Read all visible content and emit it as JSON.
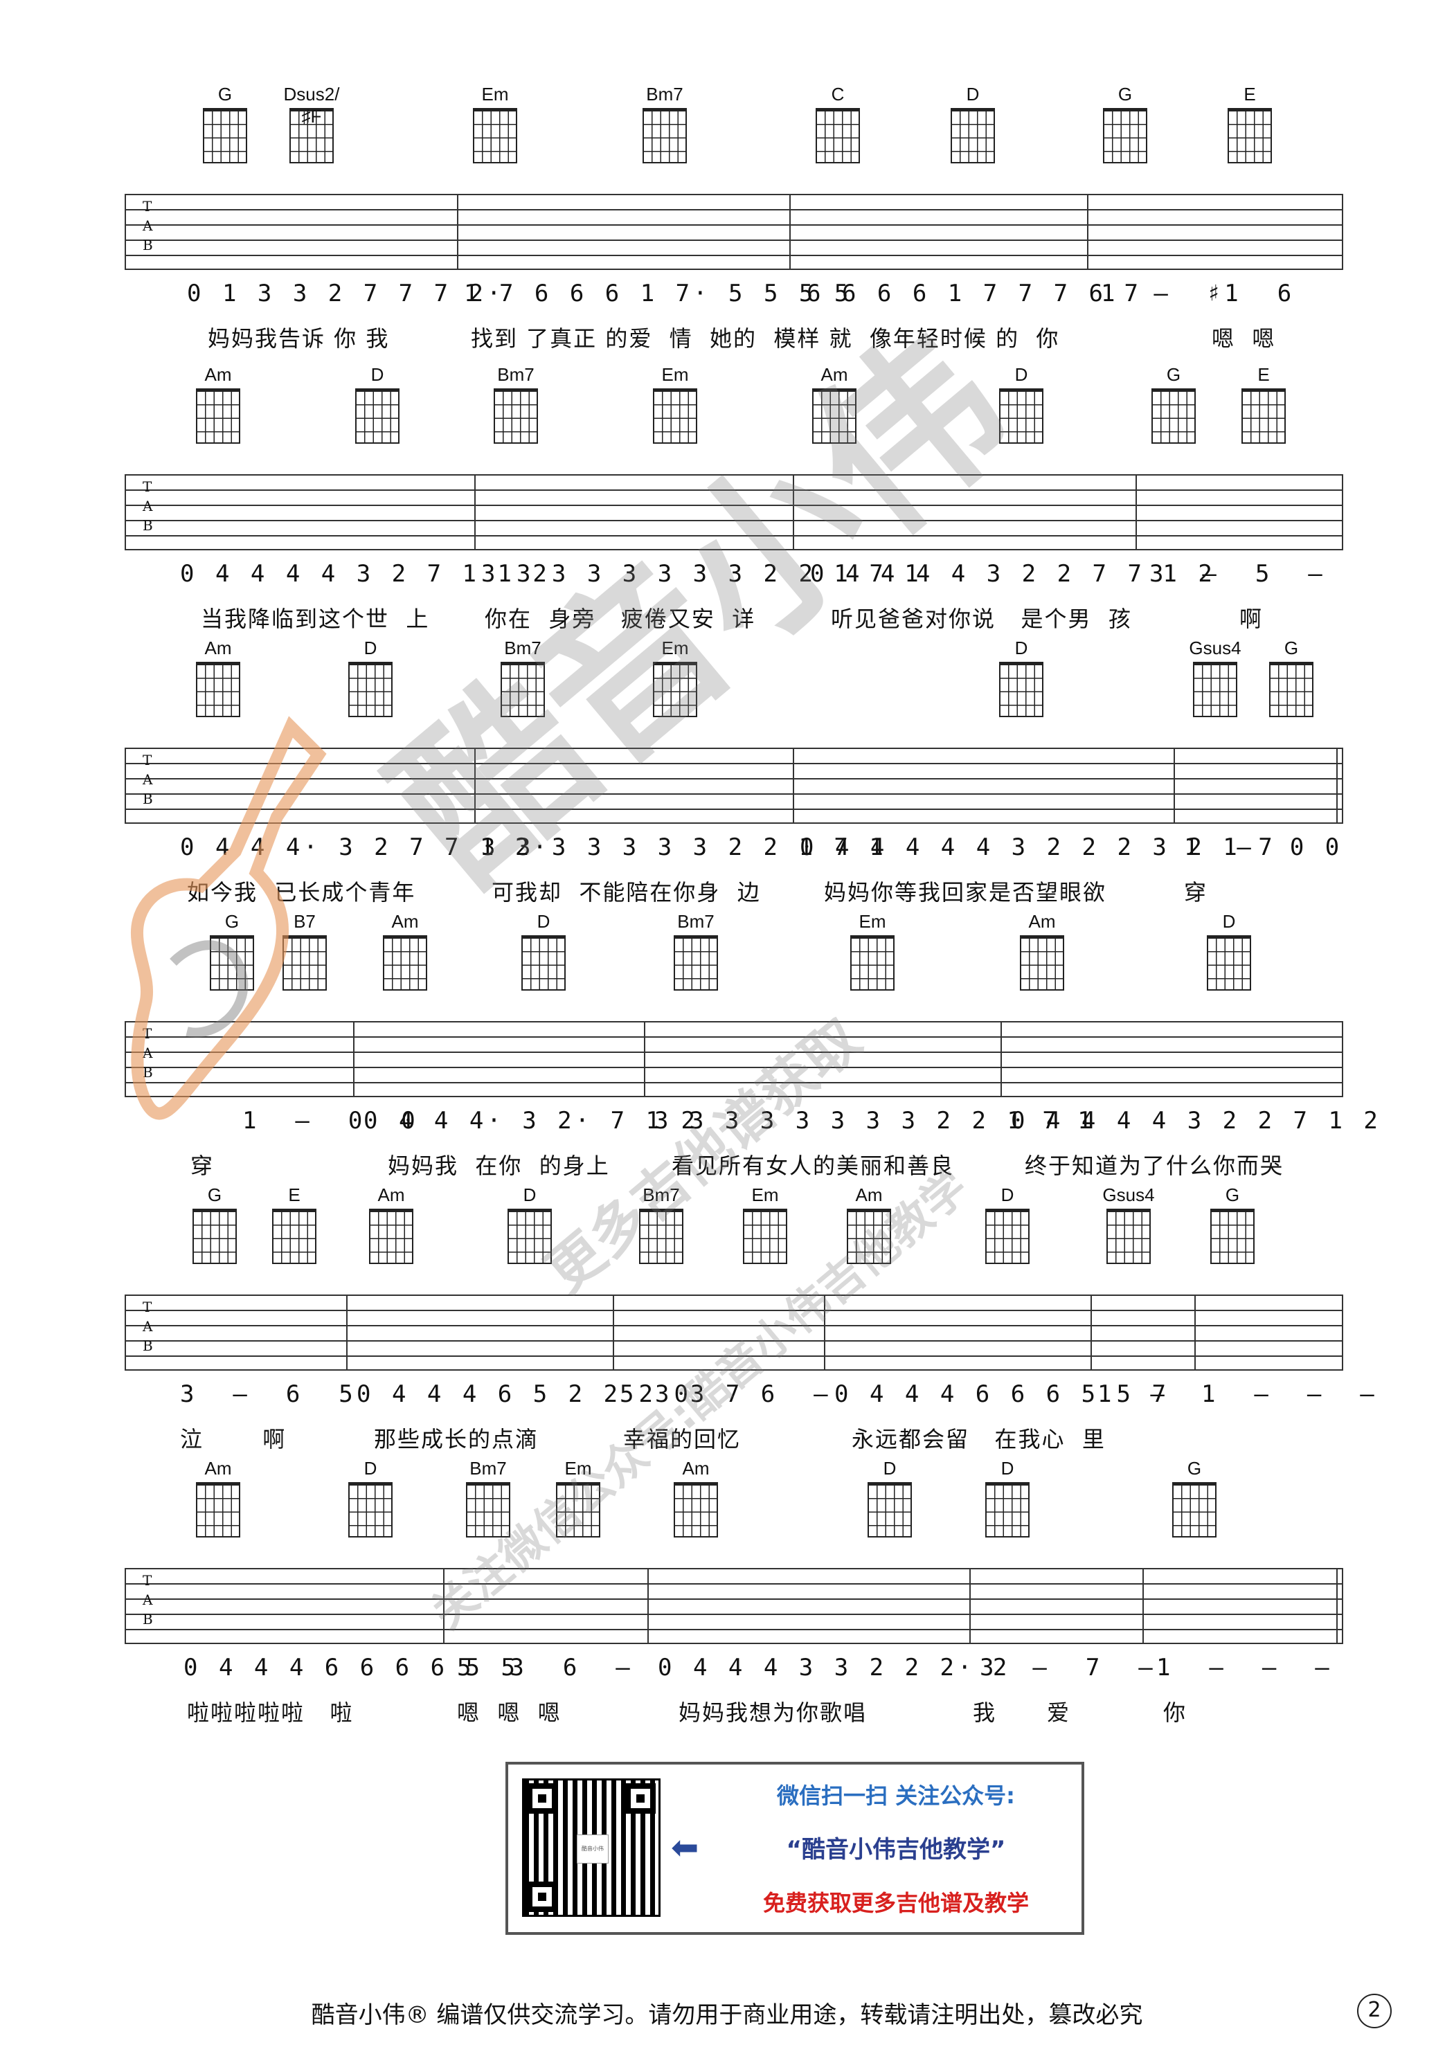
{
  "systems": [
    {
      "chords": [
        "G",
        "Dsus2/♯F",
        "Em",
        "Bm7",
        "C",
        "D",
        "G",
        "E"
      ],
      "numbers": [
        "0 1 3 3 2 7 7 7 2·",
        "1 7 6 6 6 1 7· 5 5 5 5",
        "6 6 6 6 1 7 7 7 6 7",
        "1  –  ♯1  6"
      ],
      "lyrics": [
        "妈妈我告诉 你 我",
        "找到 了真正 的爱  情  她的  模样 就  像年轻时候 的  你",
        "嗯  嗯"
      ]
    },
    {
      "chords": [
        "Am",
        "D",
        "Bm7",
        "Em",
        "Am",
        "D",
        "G",
        "E"
      ],
      "numbers": [
        "0 4 4 4 4 3 2 7 1 1 2",
        "3 3 3 3 3 3 3 3 2 2 1 7 1",
        "0 4 4 4 4 3 2 2 7 7 1 2",
        "3  –  5  –"
      ],
      "lyrics": [
        "当我降临到这个世  上",
        "你在  身旁   疲倦又安  详",
        "听见爸爸对你说   是个男  孩",
        "啊"
      ]
    },
    {
      "chords": [
        "Am",
        "D",
        "Bm7",
        "Em",
        "D",
        "Gsus4",
        "G"
      ],
      "numbers": [
        "0 4 4 4· 3 2 7 7 1 2·",
        "3 3 3 3 3 3 3 2 2 1 7 1",
        "0 4 4 4 4 4 3 2 2 2 3 2 1 7",
        "1  –  0 0"
      ],
      "lyrics": [
        "如今我  已长成个青年",
        "可我却  不能陪在你身  边",
        "妈妈你等我回家是否望眼欲",
        "穿"
      ]
    },
    {
      "chords": [
        "G",
        "B7",
        "Am",
        "D",
        "Bm7",
        "Em",
        "Am",
        "D"
      ],
      "numbers": [
        "1  –  0  0",
        "0 4 4 4· 3 2· 7 1 2",
        "3 3 3 3 3 3 3 3 2 2 1 7 1",
        "0 4 4 4 4 3 2 2 7 1 2"
      ],
      "lyrics": [
        "穿",
        "妈妈我  在你  的身上",
        "看见所有女人的美丽和善良",
        "终于知道为了什么你而哭"
      ]
    },
    {
      "chords": [
        "G",
        "E",
        "Am",
        "D",
        "Bm7",
        "Em",
        "Am",
        "D",
        "Gsus4",
        "G"
      ],
      "numbers": [
        "3  –  6  5",
        "0 4 4 4 6 5 2 2 2 0",
        "5 3 3 7 6  –",
        "0 4 4 4 6 6 6 5 5 7",
        "1  –",
        "1  –  –  –"
      ],
      "lyrics": [
        "泣       啊",
        "那些成长的点滴",
        "幸福的回忆",
        "永远都会留   在我心  里"
      ]
    },
    {
      "chords": [
        "Am",
        "D",
        "Bm7",
        "Em",
        "Am",
        "D",
        "D",
        "G"
      ],
      "numbers": [
        "0 4 4 4 6 6 6 6 5 5",
        "5  3  6  –",
        "0 4 4 4 3 3 2 2 2· 2",
        "3  –  7  –",
        "1  –  –  –"
      ],
      "lyrics": [
        "啦啦啦啦啦   啦",
        "嗯  嗯  嗯",
        "妈妈我想为你歌唱",
        "我      爱",
        "你"
      ]
    }
  ],
  "tab_clef": [
    "T",
    "A",
    "B"
  ],
  "watermark": {
    "big": "酷音小伟",
    "small1": "更多吉他谱获取",
    "small2": "关注微信公众号:酷音小伟吉他教学"
  },
  "promo": {
    "line1": "微信扫一扫 关注公众号:",
    "line2": "“酷音小伟吉他教学”",
    "line3": "免费获取更多吉他谱及教学",
    "qr_center_label": "酷音小伟",
    "arrow_icon": "arrow-left-icon"
  },
  "footer": "酷音小伟® 编谱仅供交流学习。请勿用于商业用途，转载请注明出处，篡改必究",
  "page_number": "2"
}
